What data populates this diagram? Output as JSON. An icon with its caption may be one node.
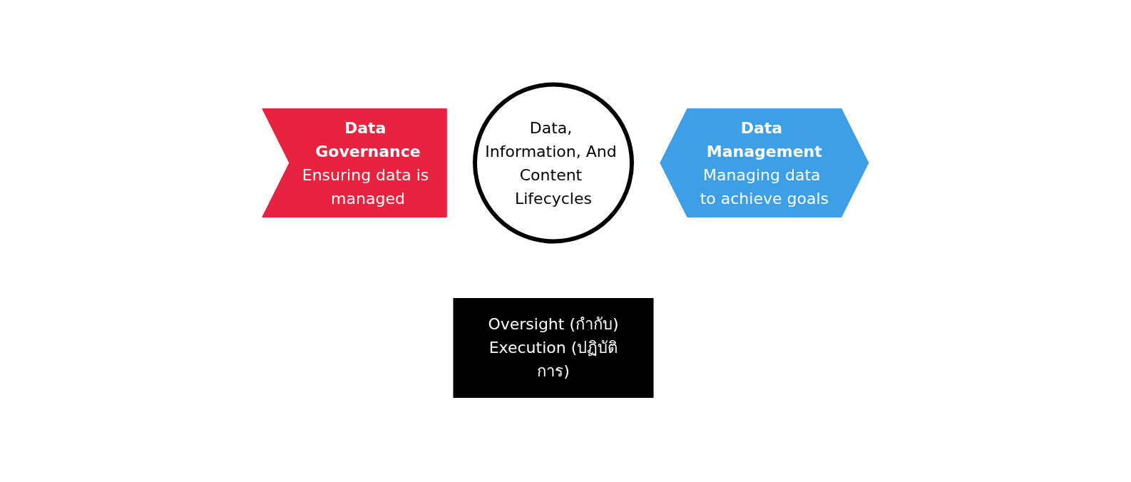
{
  "diagram": {
    "nodes": [
      {
        "text": [
          "Data Governance",
          "Ensuring data is managed"
        ]
      },
      {
        "text": [
          "Data, Information, And Content Lifecycles"
        ]
      },
      {
        "text": [
          "Data Management",
          "Managing data to achieve goals"
        ]
      },
      {
        "text": [
          "Oversight (กำกับ)",
          "Execution (ปฏิบัติการ)"
        ]
      }
    ]
  }
}
